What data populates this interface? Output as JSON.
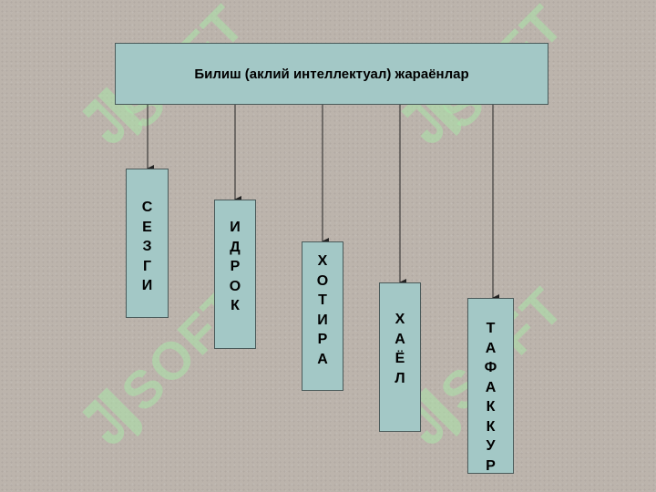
{
  "diagram": {
    "root": {
      "label": "Билиш (аклий интеллектуал) жараёнлар"
    },
    "children": [
      {
        "id": "sezgi",
        "letters": [
          "С",
          "Е",
          "З",
          "Г",
          "И"
        ]
      },
      {
        "id": "idrok",
        "letters": [
          "И",
          "Д",
          "Р",
          "О",
          "К"
        ]
      },
      {
        "id": "xotira",
        "letters": [
          "Х",
          "О",
          "Т",
          "И",
          "Р",
          "А"
        ]
      },
      {
        "id": "xayol",
        "letters": [
          "Х",
          "А",
          "Ё",
          "Л"
        ]
      },
      {
        "id": "tafakkur",
        "letters": [
          "Т",
          "А",
          "Ф",
          "А",
          "К",
          "К",
          "У",
          "Р"
        ]
      }
    ]
  },
  "watermark": {
    "text": "SOFT"
  },
  "colors": {
    "background": "#bcb4ac",
    "box_fill": "#a3c8c6",
    "watermark": "#aae6aa"
  }
}
